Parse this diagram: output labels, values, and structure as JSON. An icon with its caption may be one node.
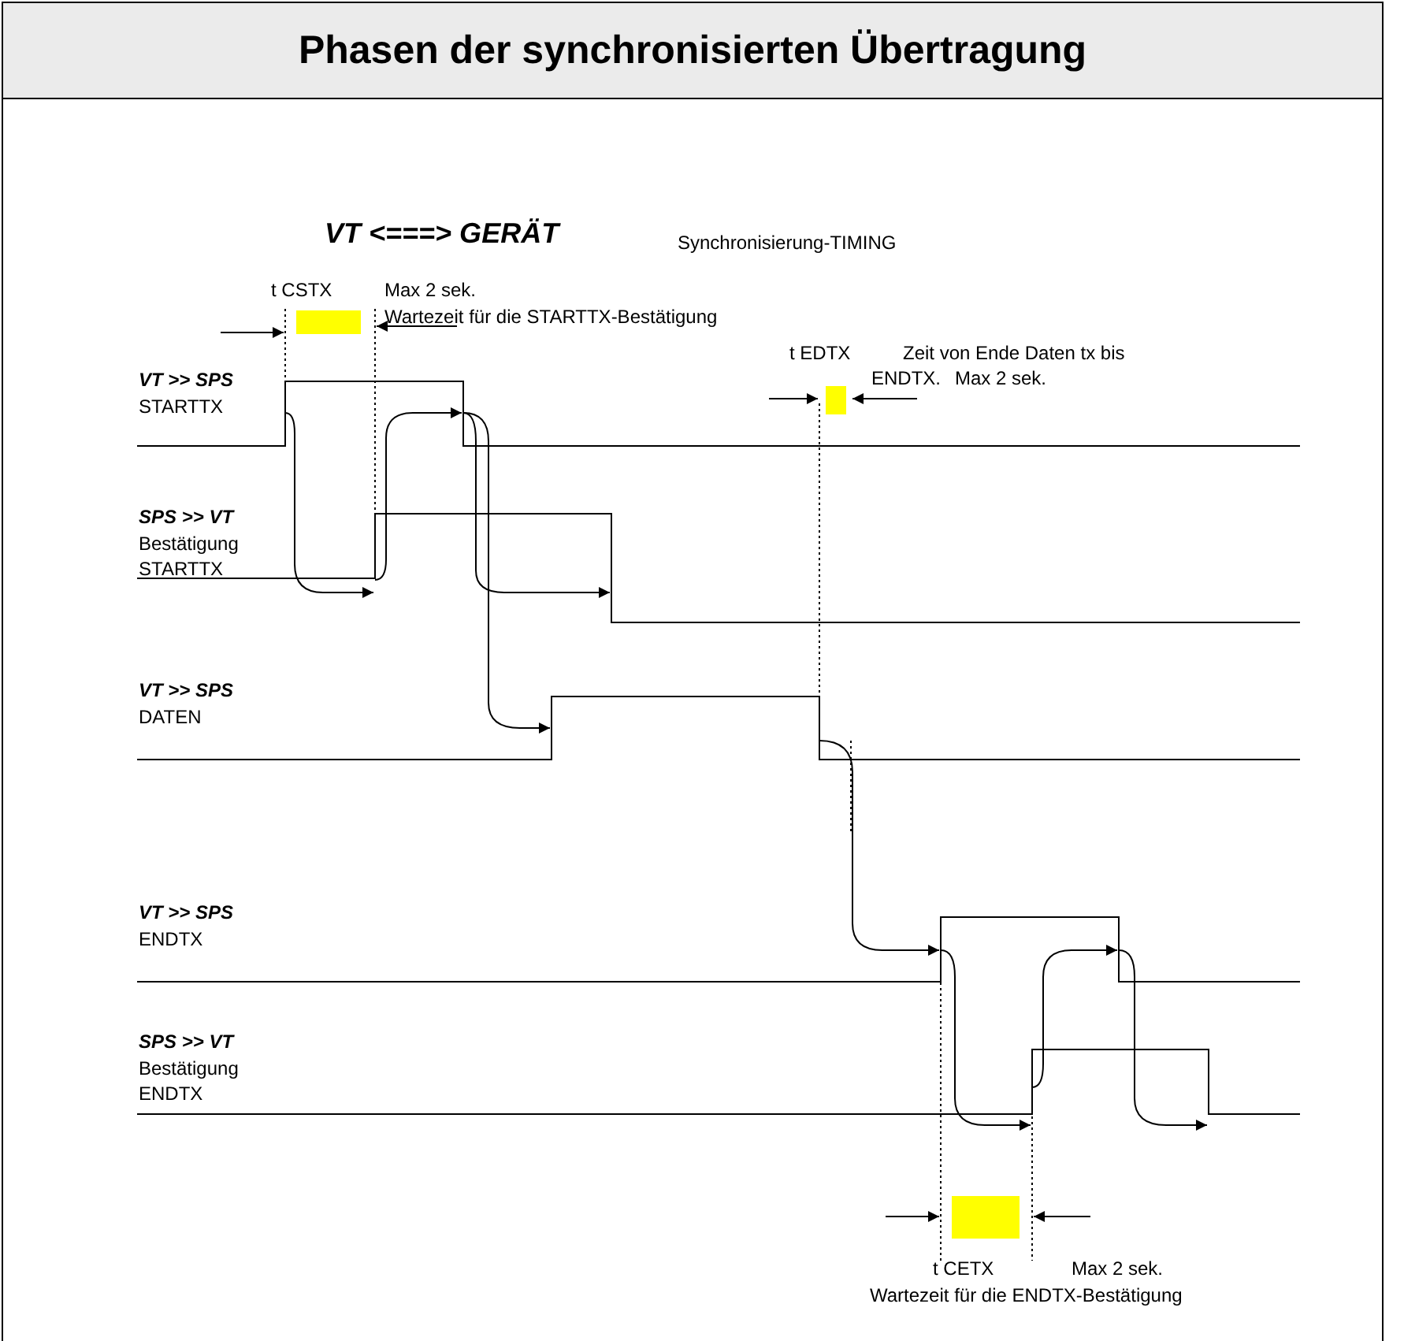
{
  "diagram": {
    "title": "Phasen der synchronisierten Übertragung",
    "labels": [
      "VT <===> GERÄT",
      "Synchronisierung-TIMING",
      "t CSTX",
      "Max 2 sek.",
      "Wartezeit für die STARTTX-Bestätigung",
      "VT >> SPS",
      "STARTTX",
      "SPS >> VT",
      "Bestätigung STARTTX",
      "t EDTX",
      "Zeit von Ende Daten tx bis ENDTX.",
      "Max 2 sek.",
      "VT >> SPS",
      "DATEN",
      "VT >> SPS",
      "ENDTX",
      "SPS >> VT",
      "Bestätigung ENDTX",
      "t CETX",
      "Max 2 sek.",
      "Wartezeit für die ENDTX-Bestätigung"
    ]
  }
}
